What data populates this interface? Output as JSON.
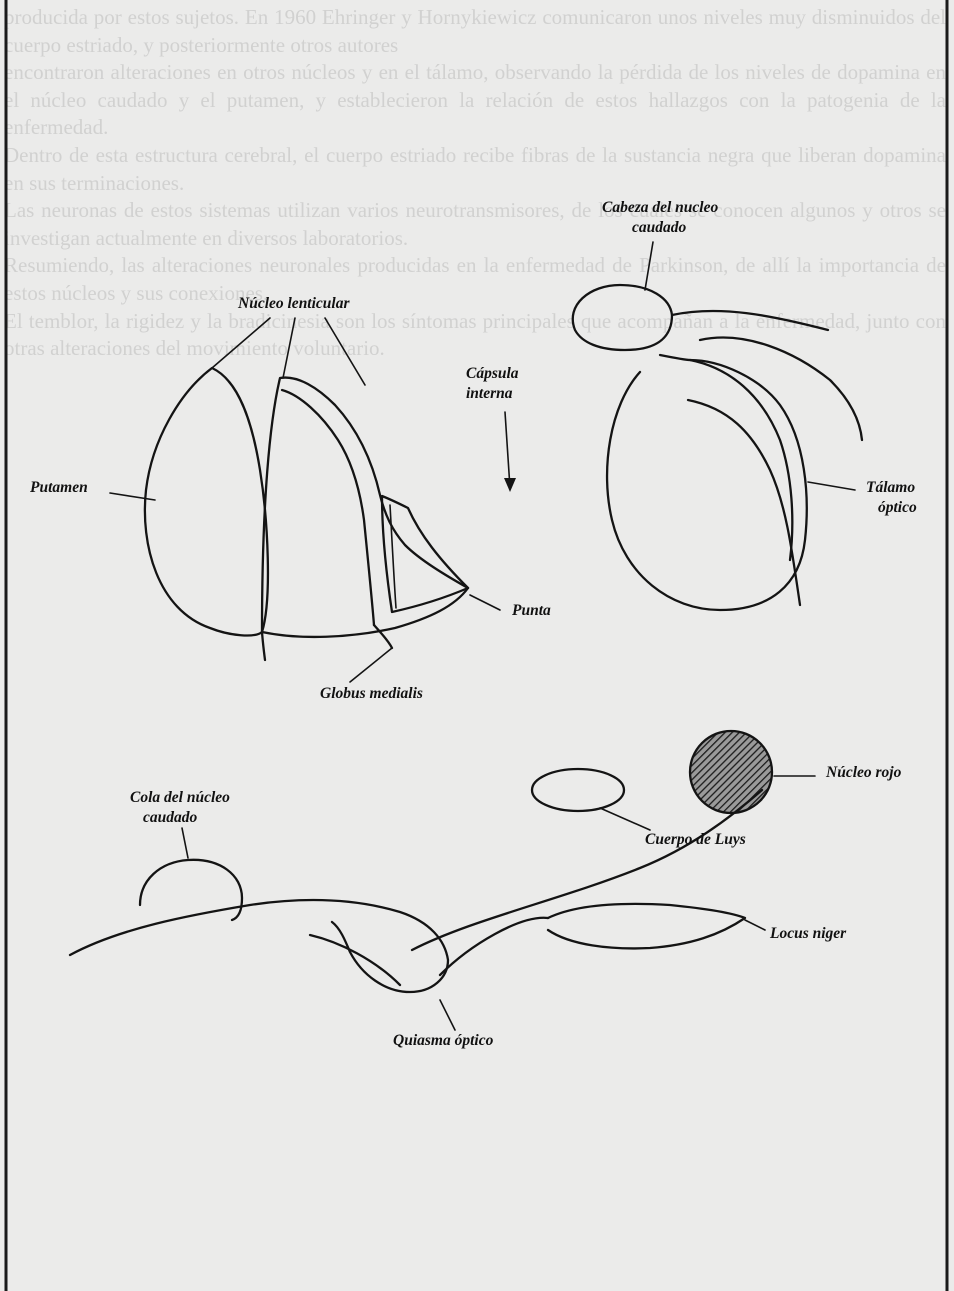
{
  "background_text": [
    "producida por estos sujetos. En 1960 Ehringer y Hornykiewicz comunicaron unos niveles muy disminuidos del cuerpo estriado, y posteriormente otros autores",
    "encontraron alteraciones en otros núcleos y en el tálamo, observando la pérdida de los niveles de dopamina en el núcleo caudado y el putamen, y establecieron la relación de estos hallazgos con la patogenia de la enfermedad.",
    "Dentro de esta estructura cerebral, el cuerpo estriado recibe fibras de la sustancia negra que liberan dopamina en sus terminaciones.",
    "Las neuronas de estos sistemas utilizan varios neurotransmisores, de los cuales se conocen algunos y otros se investigan actualmente en diversos laboratorios.",
    "Resumiendo, las alteraciones neuronales producidas en la enfermedad de Parkinson, de allí la importancia de estos núcleos y sus conexiones.",
    "El temblor, la rigidez y la bradicinesia son los síntomas principales que acompañan a la enfermedad, junto con otras alteraciones del movimiento voluntario."
  ],
  "diagram": {
    "labels": {
      "cabeza_nucleo_caudado": [
        "Cabeza del nucleo",
        "caudado"
      ],
      "nucleo_lenticular": "Núcleo lenticular",
      "capsula_interna": [
        "Cápsula",
        "interna"
      ],
      "putamen": "Putamen",
      "talamo_optico": [
        "Tálamo",
        "óptico"
      ],
      "punta": "Punta",
      "globus_medialis": "Globus medialis",
      "cola_nucleo_caudado": [
        "Cola del núcleo",
        "caudado"
      ],
      "nucleo_rojo": "Núcleo rojo",
      "cuerpo_de_luys": "Cuerpo de Luys",
      "locus_niger": "Locus niger",
      "quiasma_optico": "Quiasma óptico"
    },
    "colors": {
      "ink": "#141414",
      "paper": "#ebebea",
      "faded_text": "#bcbcbc",
      "frame": "#1a1a1a"
    }
  }
}
